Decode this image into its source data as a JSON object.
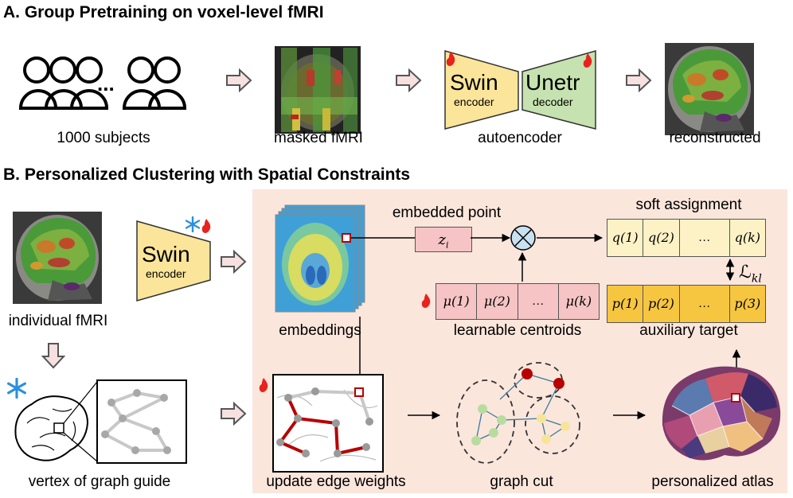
{
  "section_a": {
    "title": "A. Group Pretraining on voxel-level fMRI",
    "subjects_label": "1000 subjects",
    "dots": "...",
    "masked_label": "masked fMRI",
    "autoencoder_label": "autoencoder",
    "reconstructed_label": "reconstructed",
    "swin_title": "Swin",
    "swin_sub": "encoder",
    "unetr_title": "Unetr",
    "unetr_sub": "decoder"
  },
  "section_b": {
    "title": "B. Personalized Clustering with Spatial Constraints",
    "individual_label": "individual fMRI",
    "swin_title": "Swin",
    "swin_sub": "encoder",
    "vertex_label": "vertex of graph guide",
    "embeddings_label": "embeddings",
    "embedded_point_label": "embedded point",
    "zi": "z",
    "zi_sub": "i",
    "centroids_label": "learnable centroids",
    "centroids": [
      "μ(1)",
      "μ(2)",
      "…",
      "μ(k)"
    ],
    "soft_assignment_label": "soft assignment",
    "soft_cells": [
      "q(1)",
      "q(2)",
      "…",
      "q(k)"
    ],
    "loss_label": "ℒ",
    "loss_sub": "kl",
    "aux_cells": [
      "p(1)",
      "p(2)",
      "…",
      "p(3)"
    ],
    "aux_label": "auxiliary target",
    "update_label": "update edge weights",
    "graph_cut_label": "graph cut",
    "atlas_label": "personalized atlas"
  },
  "colors": {
    "panel_bg": "#fbe6dc",
    "arrow_fill": "#f7e0e0",
    "arrow_stroke": "#555555",
    "encoder_yellow": "#fbe59a",
    "decoder_green": "#c6e2b0",
    "centroid_pink": "#f6c4c4",
    "soft_yellow": "#fdf2c6",
    "aux_gold": "#f6c640",
    "edge_red": "#b80000",
    "fire": "#e8231e",
    "snow": "#2a8fe0"
  }
}
